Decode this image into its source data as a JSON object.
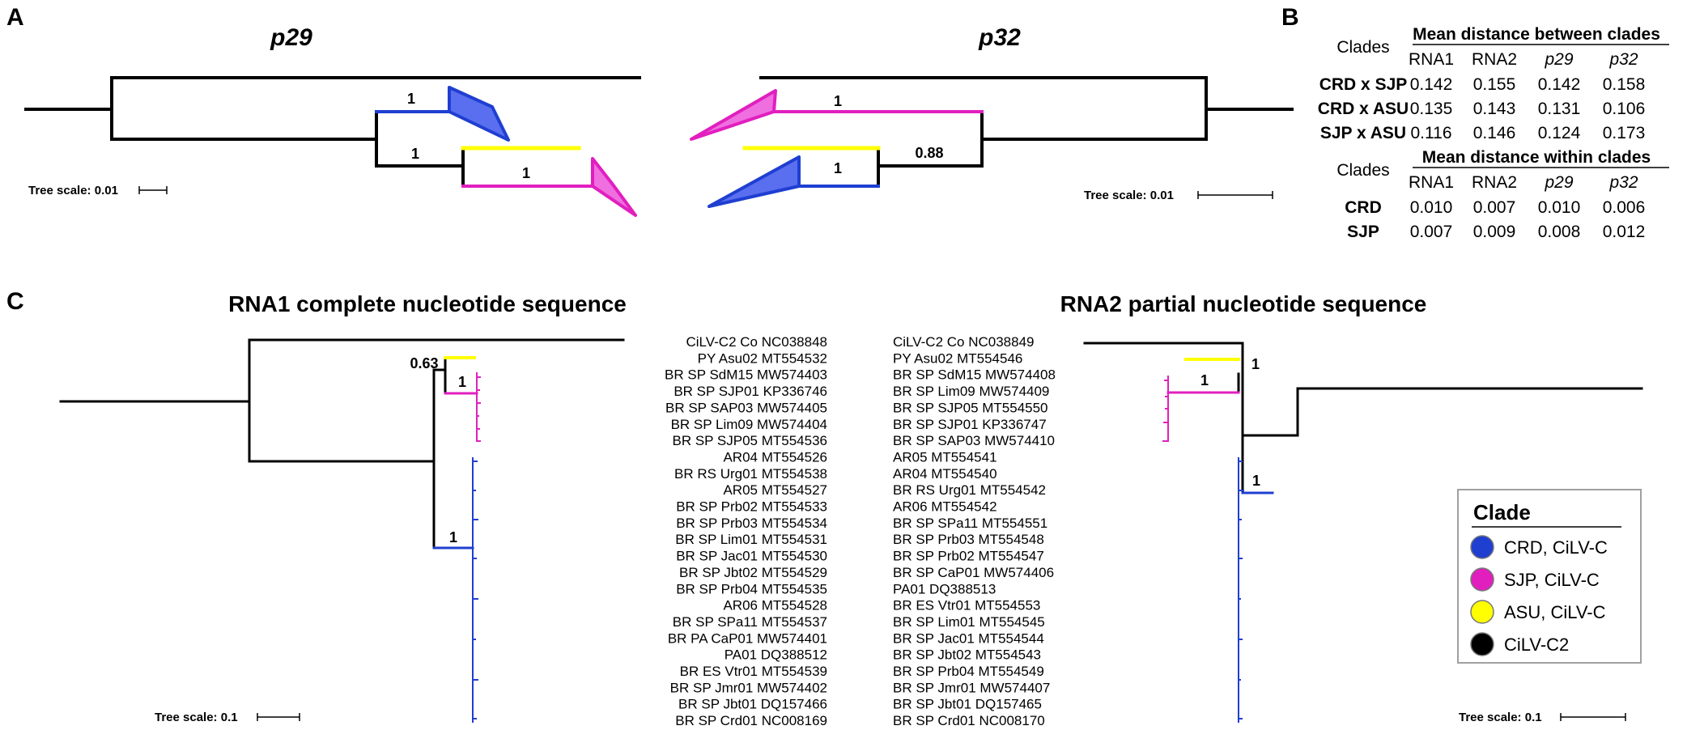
{
  "panels": {
    "a": "A",
    "b": "B",
    "c": "C"
  },
  "colors": {
    "crd": "#1f3fd1",
    "sjp": "#e11fbf",
    "asu": "#ffff00",
    "c2": "#000000"
  },
  "panel_a": {
    "p29": {
      "title": "p29",
      "support": [
        "1",
        "1",
        "1"
      ],
      "scale_label": "Tree scale: 0.01"
    },
    "p32": {
      "title": "p32",
      "support": [
        "1",
        "0.88",
        "1"
      ],
      "scale_label": "Tree scale: 0.01"
    }
  },
  "panel_b": {
    "clades_label": "Clades",
    "between": {
      "title": "Mean distance between clades",
      "columns": [
        "RNA1",
        "RNA2",
        "p29",
        "p32"
      ],
      "rows": [
        {
          "label": "CRD x SJP",
          "values": [
            "0.142",
            "0.155",
            "0.142",
            "0.158"
          ]
        },
        {
          "label": "CRD x ASU",
          "values": [
            "0.135",
            "0.143",
            "0.131",
            "0.106"
          ]
        },
        {
          "label": "SJP x ASU",
          "values": [
            "0.116",
            "0.146",
            "0.124",
            "0.173"
          ]
        }
      ]
    },
    "within": {
      "title": "Mean distance within clades",
      "columns": [
        "RNA1",
        "RNA2",
        "p29",
        "p32"
      ],
      "rows": [
        {
          "label": "CRD",
          "values": [
            "0.010",
            "0.007",
            "0.010",
            "0.006"
          ]
        },
        {
          "label": "SJP",
          "values": [
            "0.007",
            "0.009",
            "0.008",
            "0.012"
          ]
        }
      ]
    }
  },
  "panel_c": {
    "rna1": {
      "title": "RNA1 complete nucleotide sequence",
      "support": [
        "0.63",
        "1",
        "1"
      ],
      "scale_label": "Tree scale: 0.1",
      "taxa": [
        "CiLV-C2 Co NC038848",
        "PY Asu02 MT554532",
        "BR SP SdM15 MW574403",
        "BR SP SJP01 KP336746",
        "BR SP SAP03 MW574405",
        "BR SP Lim09 MW574404",
        "BR SP SJP05 MT554536",
        "AR04 MT554526",
        "BR RS Urg01 MT554538",
        "AR05 MT554527",
        "BR SP Prb02 MT554533",
        "BR SP Prb03 MT554534",
        "BR SP Lim01 MT554531",
        "BR SP Jac01 MT554530",
        "BR SP Jbt02 MT554529",
        "BR SP Prb04 MT554535",
        "AR06 MT554528",
        "BR SP SPa11 MT554537",
        "BR PA CaP01 MW574401",
        "PA01 DQ388512",
        "BR ES Vtr01 MT554539",
        "BR SP Jmr01 MW574402",
        "BR SP Jbt01 DQ157466",
        "BR SP Crd01 NC008169"
      ]
    },
    "rna2": {
      "title": "RNA2 partial nucleotide sequence",
      "support": [
        "1",
        "1",
        "1"
      ],
      "scale_label": "Tree scale: 0.1",
      "taxa": [
        "CiLV-C2 Co NC038849",
        "PY Asu02 MT554546",
        "BR SP SdM15 MW574408",
        "BR SP Lim09 MW574409",
        "BR SP SJP05 MT554550",
        "BR SP SJP01 KP336747",
        "BR SP SAP03 MW574410",
        "AR05 MT554541",
        "AR04 MT554540",
        "BR RS Urg01 MT554542",
        "AR06 MT554542",
        "BR SP SPa11 MT554551",
        "BR SP Prb03 MT554548",
        "BR SP Prb02 MT554547",
        "BR SP CaP01 MW574406",
        "PA01 DQ388513",
        "BR ES Vtr01  MT554553",
        "BR SP Lim01 MT554545",
        "BR SP Jac01 MT554544",
        "BR SP Jbt02 MT554543",
        "BR SP Prb04 MT554549",
        "BR SP Jmr01 MW574407",
        "BR SP Jbt01 DQ157465",
        "BR SP Crd01 NC008170"
      ]
    }
  },
  "legend": {
    "title": "Clade",
    "items": [
      {
        "label": "CRD, CiLV-C",
        "color": "#1f3fd1"
      },
      {
        "label": "SJP, CiLV-C",
        "color": "#e11fbf"
      },
      {
        "label": "ASU, CiLV-C",
        "color": "#ffff00"
      },
      {
        "label": "CiLV-C2",
        "color": "#000000"
      }
    ]
  }
}
